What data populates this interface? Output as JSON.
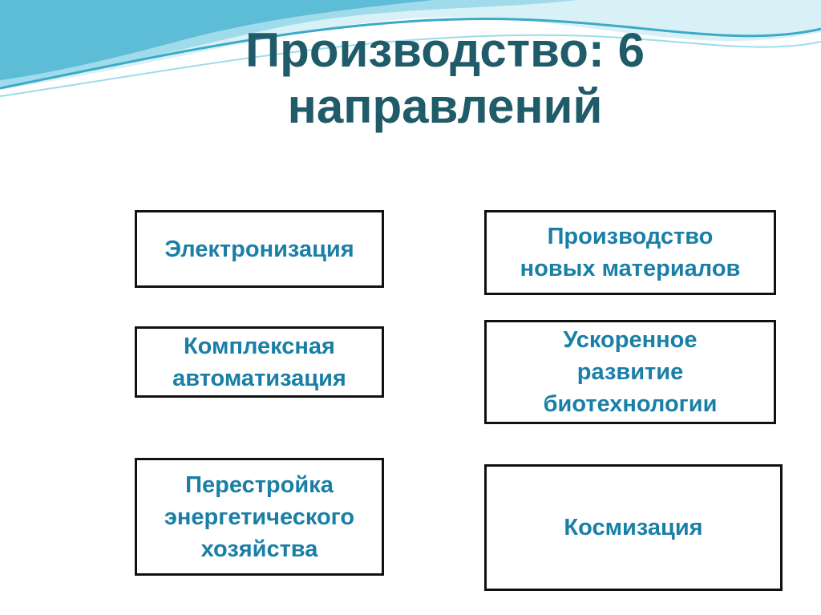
{
  "slide": {
    "title_lines": [
      "Производство: 6",
      "направлений"
    ],
    "left_boxes": [
      {
        "lines": [
          "Электронизация"
        ]
      },
      {
        "lines": [
          "Комплексная",
          "автоматизация"
        ]
      },
      {
        "lines": [
          "Перестройка",
          "энергетического",
          "хозяйства"
        ]
      }
    ],
    "right_boxes": [
      {
        "lines": [
          "Производство",
          "новых материалов"
        ]
      },
      {
        "lines": [
          "Ускоренное",
          "развитие",
          "биотехнологии"
        ]
      },
      {
        "lines": [
          "Космизация"
        ]
      }
    ]
  },
  "colors": {
    "title": "#1f5b68",
    "box_text": "#1a7fa6",
    "box_border": "#111111",
    "wave_light": "#bfe7f0",
    "wave_mid": "#7fcbe0",
    "wave_dark": "#3ba9c8"
  }
}
